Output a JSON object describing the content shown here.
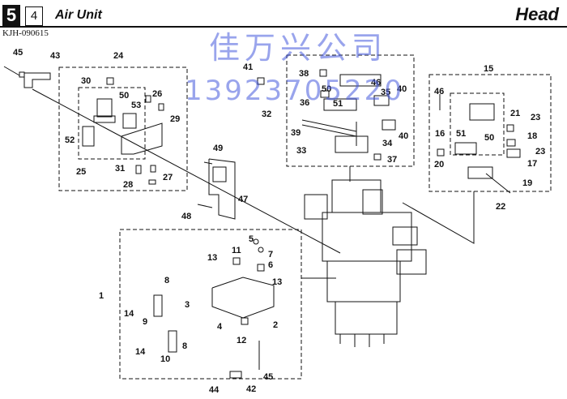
{
  "header": {
    "section_number": "5",
    "subsection_number": "4",
    "unit_title": "Air Unit",
    "group_title": "Head",
    "doc_code": "KJH-090615"
  },
  "watermark": {
    "company": "佳万兴公司",
    "phone": "13923705220"
  },
  "colors": {
    "line": "#111111",
    "watermark": "#4658dc"
  },
  "callouts": [
    {
      "id": "c45a",
      "text": "45"
    },
    {
      "id": "c43",
      "text": "43"
    },
    {
      "id": "c24",
      "text": "24"
    },
    {
      "id": "c30",
      "text": "30"
    },
    {
      "id": "c50a",
      "text": "50"
    },
    {
      "id": "c26",
      "text": "26"
    },
    {
      "id": "c53",
      "text": "53"
    },
    {
      "id": "c29",
      "text": "29"
    },
    {
      "id": "c52",
      "text": "52"
    },
    {
      "id": "c25",
      "text": "25"
    },
    {
      "id": "c31",
      "text": "31"
    },
    {
      "id": "c27",
      "text": "27"
    },
    {
      "id": "c28",
      "text": "28"
    },
    {
      "id": "c41",
      "text": "41"
    },
    {
      "id": "c38",
      "text": "38"
    },
    {
      "id": "c50b",
      "text": "50"
    },
    {
      "id": "c46a",
      "text": "46"
    },
    {
      "id": "c35",
      "text": "35"
    },
    {
      "id": "c40a",
      "text": "40"
    },
    {
      "id": "c36",
      "text": "36"
    },
    {
      "id": "c51a",
      "text": "51"
    },
    {
      "id": "c32",
      "text": "32"
    },
    {
      "id": "c39",
      "text": "39"
    },
    {
      "id": "c40b",
      "text": "40"
    },
    {
      "id": "c34",
      "text": "34"
    },
    {
      "id": "c33",
      "text": "33"
    },
    {
      "id": "c37",
      "text": "37"
    },
    {
      "id": "c15",
      "text": "15"
    },
    {
      "id": "c46b",
      "text": "46"
    },
    {
      "id": "c21",
      "text": "21"
    },
    {
      "id": "c23a",
      "text": "23"
    },
    {
      "id": "c16",
      "text": "16"
    },
    {
      "id": "c51b",
      "text": "51"
    },
    {
      "id": "c50c",
      "text": "50"
    },
    {
      "id": "c18",
      "text": "18"
    },
    {
      "id": "c23b",
      "text": "23"
    },
    {
      "id": "c17",
      "text": "17"
    },
    {
      "id": "c20",
      "text": "20"
    },
    {
      "id": "c19",
      "text": "19"
    },
    {
      "id": "c22",
      "text": "22"
    },
    {
      "id": "c49",
      "text": "49"
    },
    {
      "id": "c47",
      "text": "47"
    },
    {
      "id": "c48",
      "text": "48"
    },
    {
      "id": "c5",
      "text": "5"
    },
    {
      "id": "c7",
      "text": "7"
    },
    {
      "id": "c13a",
      "text": "13"
    },
    {
      "id": "c11",
      "text": "11"
    },
    {
      "id": "c6",
      "text": "6"
    },
    {
      "id": "c13b",
      "text": "13"
    },
    {
      "id": "c1",
      "text": "1"
    },
    {
      "id": "c8a",
      "text": "8"
    },
    {
      "id": "c14a",
      "text": "14"
    },
    {
      "id": "c3",
      "text": "3"
    },
    {
      "id": "c9",
      "text": "9"
    },
    {
      "id": "c4",
      "text": "4"
    },
    {
      "id": "c2",
      "text": "2"
    },
    {
      "id": "c12",
      "text": "12"
    },
    {
      "id": "c8b",
      "text": "8"
    },
    {
      "id": "c14b",
      "text": "14"
    },
    {
      "id": "c10",
      "text": "10"
    },
    {
      "id": "c45b",
      "text": "45"
    },
    {
      "id": "c44",
      "text": "44"
    },
    {
      "id": "c42",
      "text": "42"
    }
  ]
}
